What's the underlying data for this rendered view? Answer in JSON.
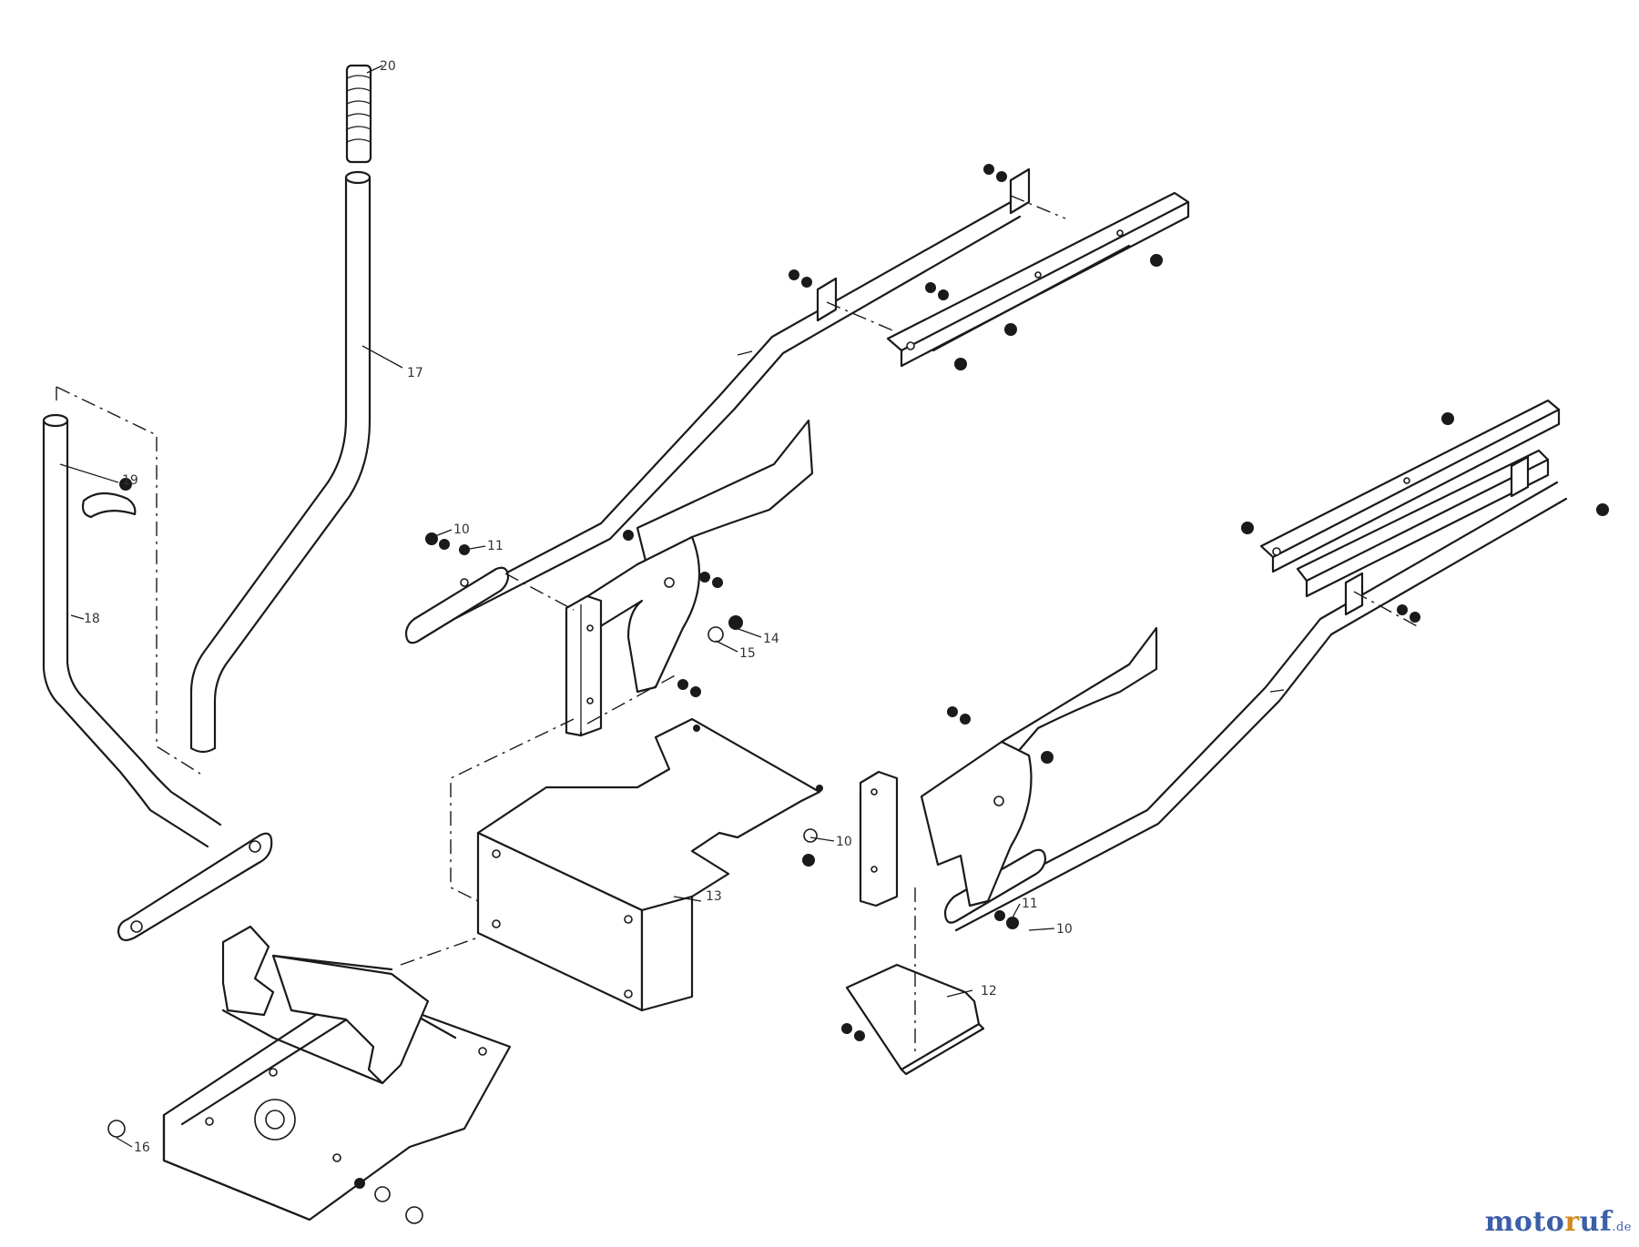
{
  "diagram": {
    "callouts": {
      "c10a": "10",
      "c11a": "11",
      "c12": "12",
      "c13": "13",
      "c14": "14",
      "c15": "15",
      "c16": "16",
      "c17": "17",
      "c18": "18",
      "c19": "19",
      "c20": "20",
      "c10b": "10",
      "c10c": "10",
      "c11b": "11"
    }
  },
  "watermark": {
    "main": "moto",
    "accent": "r",
    "rest": "uf",
    "suffix": ".de"
  },
  "colors": {
    "line": "#1a1a1a",
    "watermark_blue": "#3b5fa8",
    "watermark_orange": "#d38a1e"
  }
}
